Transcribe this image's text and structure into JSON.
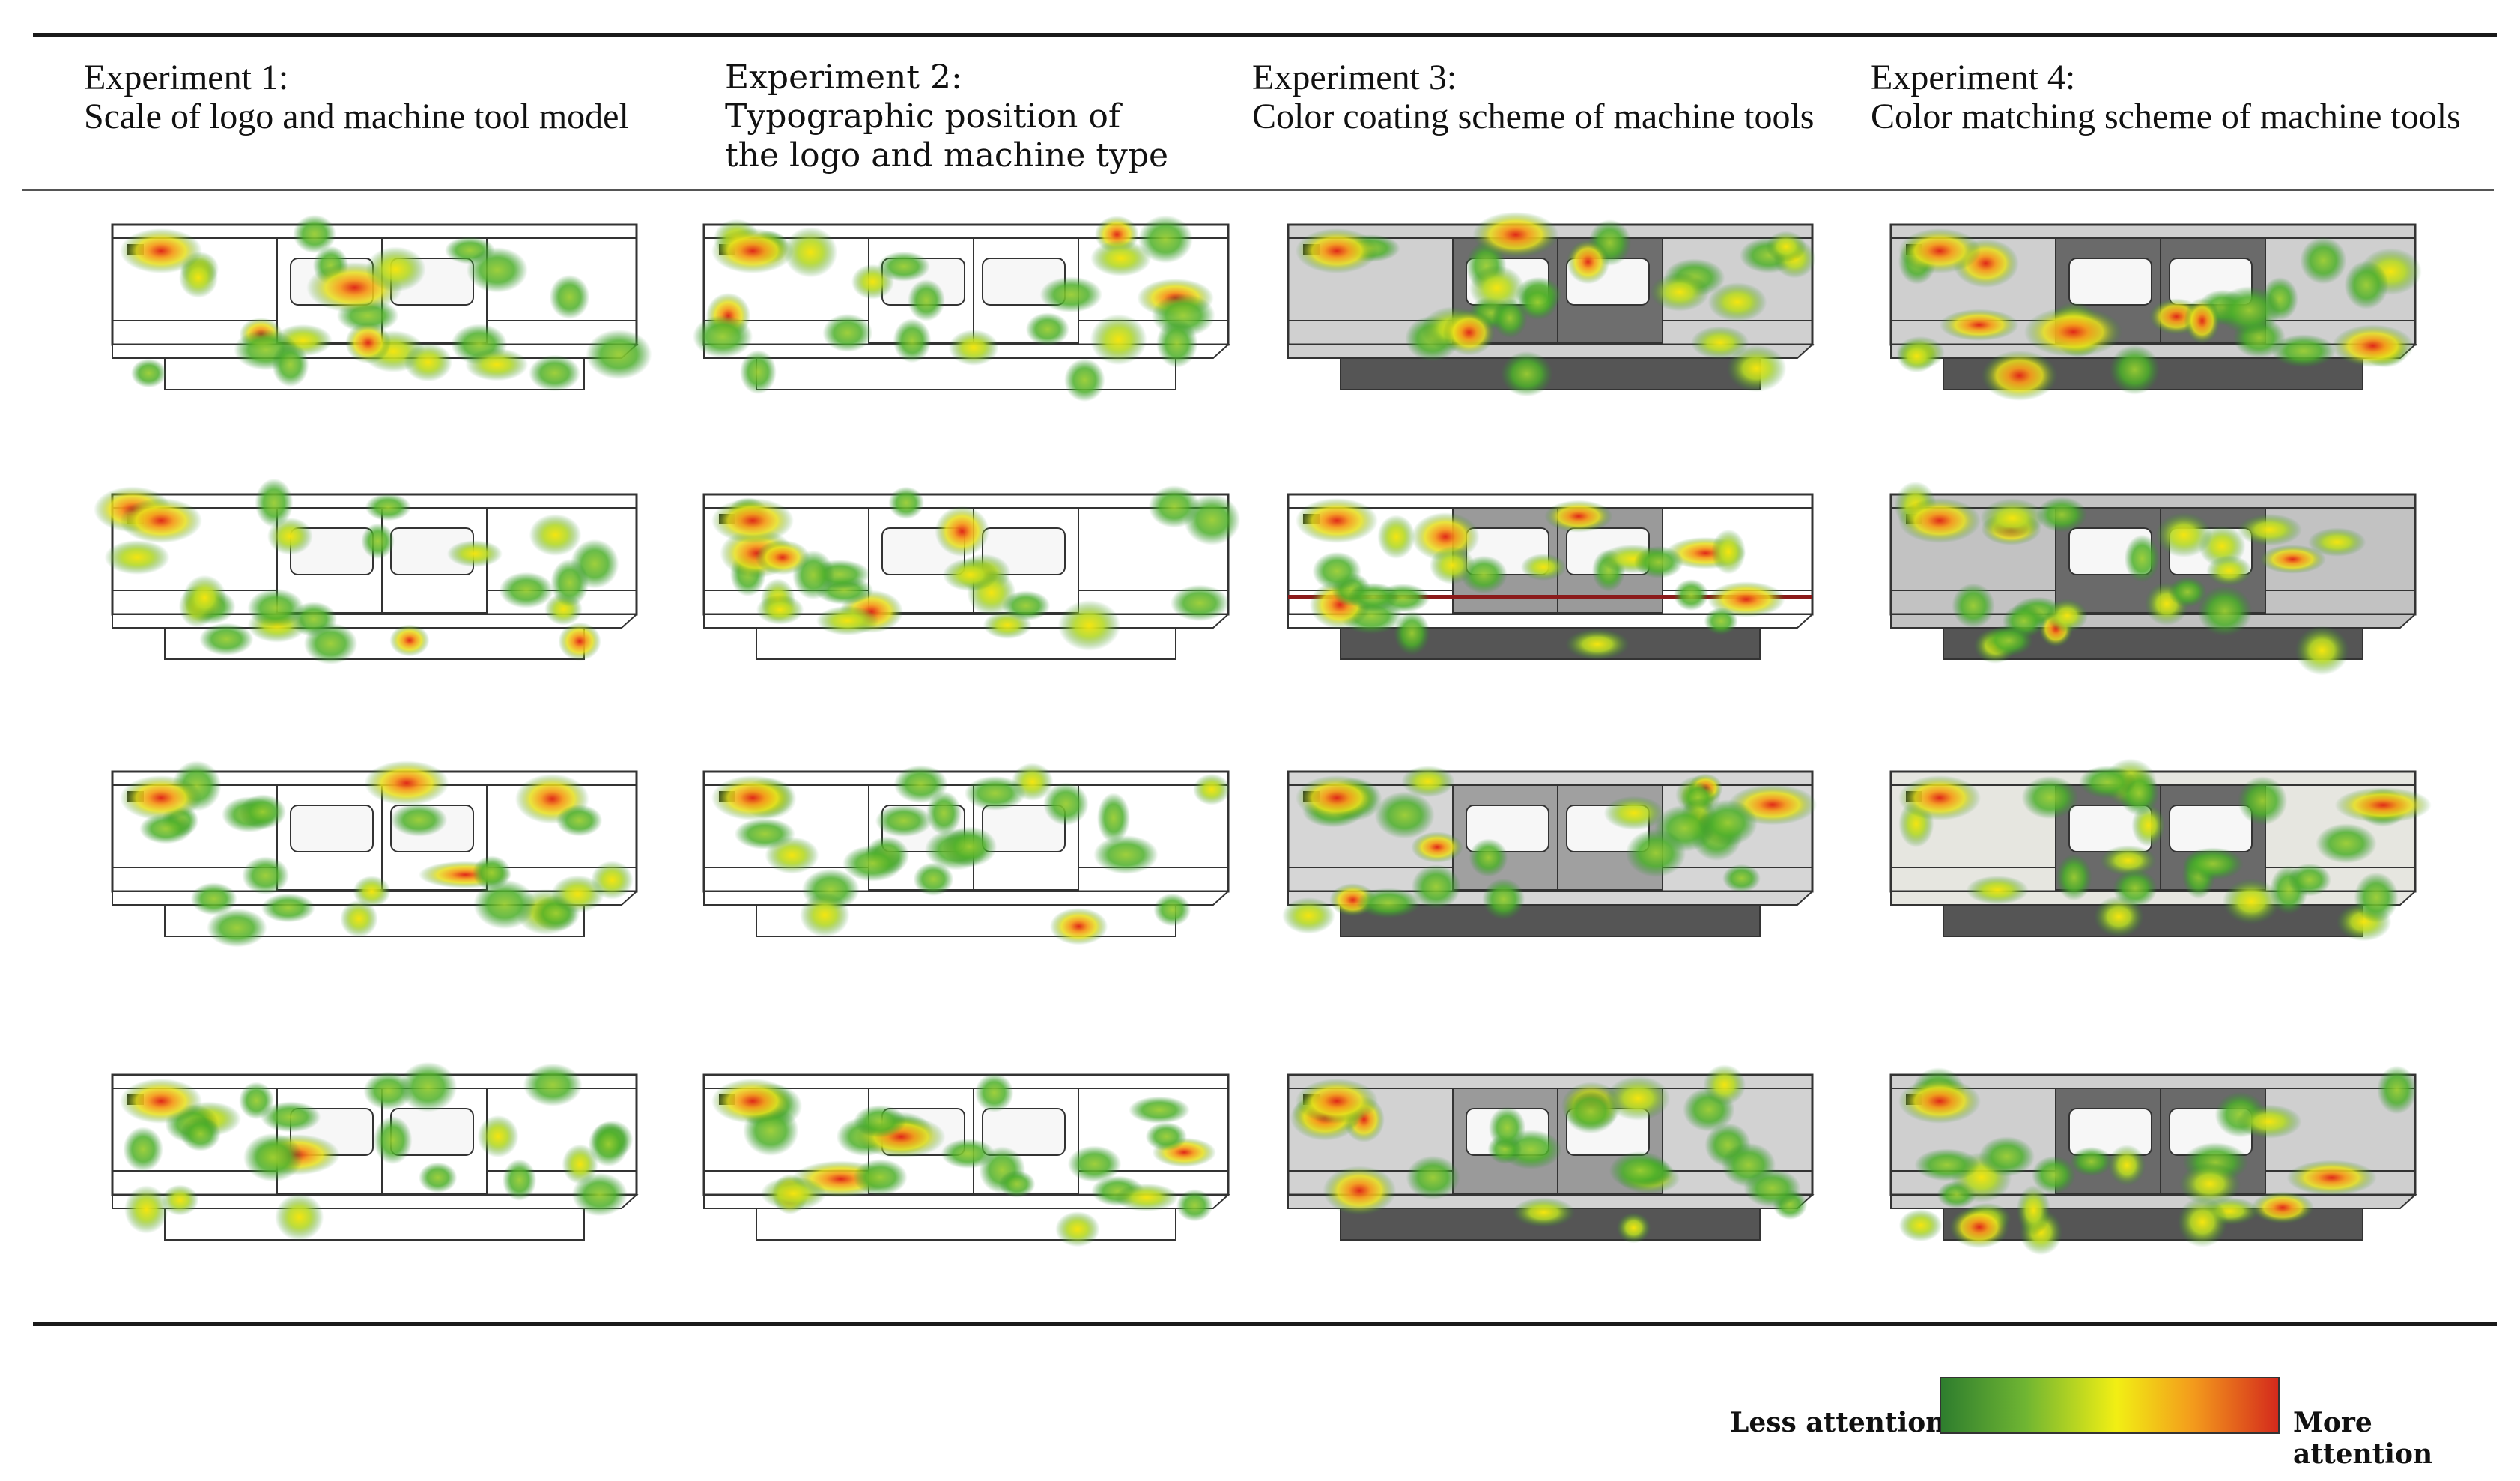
{
  "experiments": [
    {
      "title": "Experiment 1:",
      "subtitle": "Scale of logo and machine tool model"
    },
    {
      "title": "Experiment 2:",
      "subtitle": "Typographic position of\nthe logo and machine type"
    },
    {
      "title": "Experiment 3:",
      "subtitle": "Color coating scheme of machine tools"
    },
    {
      "title": "Experiment 4:",
      "subtitle": "Color matching scheme of machine tools"
    }
  ],
  "legend": {
    "low_label": "Less attention",
    "high_label": "More attention",
    "colors": [
      "#2e7d2e",
      "#6fb532",
      "#f2ef14",
      "#f39a1c",
      "#d42a1c"
    ]
  },
  "panels": [
    {
      "name": "e1-r1",
      "body": "#ffffff",
      "window": "#ffffff",
      "base": "#ffffff",
      "stripe": ""
    },
    {
      "name": "e2-r1",
      "body": "#ffffff",
      "window": "#ffffff",
      "base": "#ffffff",
      "stripe": ""
    },
    {
      "name": "e3-r1",
      "body": "#d0d0d0",
      "window": "#6e6e6e",
      "base": "#555555",
      "stripe": ""
    },
    {
      "name": "e4-r1",
      "body": "#cfcfcf",
      "window": "#6a6a6a",
      "base": "#555555",
      "stripe": ""
    },
    {
      "name": "e1-r2",
      "body": "#ffffff",
      "window": "#ffffff",
      "base": "#ffffff",
      "stripe": ""
    },
    {
      "name": "e2-r2",
      "body": "#ffffff",
      "window": "#ffffff",
      "base": "#ffffff",
      "stripe": ""
    },
    {
      "name": "e3-r2",
      "body": "#ffffff",
      "window": "#9a9a9a",
      "base": "#555555",
      "stripe": "#8b1a1a"
    },
    {
      "name": "e4-r2",
      "body": "#c2c2c2",
      "window": "#6a6a6a",
      "base": "#555555",
      "stripe": ""
    },
    {
      "name": "e1-r3",
      "body": "#ffffff",
      "window": "#ffffff",
      "base": "#ffffff",
      "stripe": ""
    },
    {
      "name": "e2-r3",
      "body": "#ffffff",
      "window": "#ffffff",
      "base": "#ffffff",
      "stripe": ""
    },
    {
      "name": "e3-r3",
      "body": "#d6d6d6",
      "window": "#a0a0a0",
      "base": "#555555",
      "stripe": ""
    },
    {
      "name": "e4-r3",
      "body": "#e6e6e0",
      "window": "#6a6a6a",
      "base": "#555555",
      "stripe": ""
    },
    {
      "name": "e1-r4",
      "body": "#ffffff",
      "window": "#ffffff",
      "base": "#ffffff",
      "stripe": ""
    },
    {
      "name": "e2-r4",
      "body": "#ffffff",
      "window": "#ffffff",
      "base": "#ffffff",
      "stripe": ""
    },
    {
      "name": "e3-r4",
      "body": "#d2d2d2",
      "window": "#9a9a9a",
      "base": "#555555",
      "stripe": ""
    },
    {
      "name": "e4-r4",
      "body": "#cfcfcf",
      "window": "#6a6a6a",
      "base": "#555555",
      "stripe": ""
    }
  ]
}
